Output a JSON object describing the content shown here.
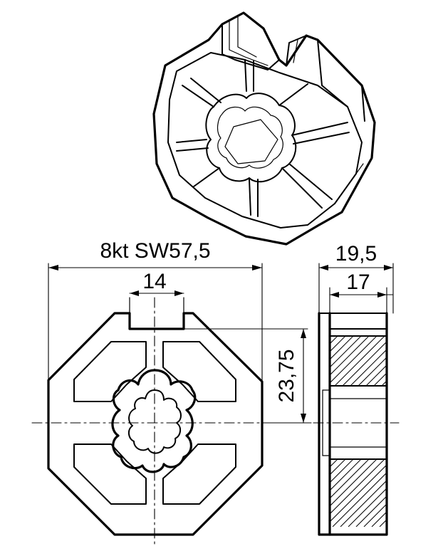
{
  "drawing": {
    "dim_across_flats": "8kt SW57,5",
    "dim_slot_width": "14",
    "dim_offset": "23,75",
    "dim_total_width": "19,5",
    "dim_body_width": "17"
  }
}
